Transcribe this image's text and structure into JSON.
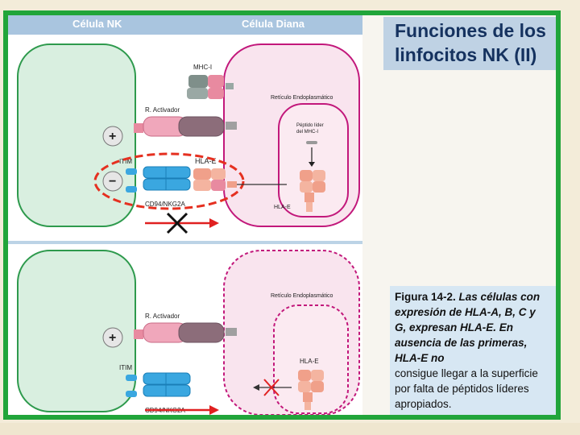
{
  "slide": {
    "title_line1": "Funciones de los",
    "title_line2": "linfocitos NK (II)"
  },
  "header": {
    "left": "Célula NK",
    "right": "Célula Diana"
  },
  "top_panel": {
    "mhc_label": "MHC-I",
    "activator_label": "R. Activador",
    "itim_label": "ITIM",
    "hlae_label": "HLA-E",
    "cd94_label": "CD94/NKG2A",
    "er_label": "Retículo Endoplasmático",
    "peptide_label_1": "Péptido líder",
    "peptide_label_2": "del MHC-I",
    "hlae_er_label": "HLA-E",
    "plus": "+",
    "minus": "−"
  },
  "bottom_panel": {
    "activator_label": "R. Activador",
    "itim_label": "ITIM",
    "cd94_label": "CD94/NKG2A",
    "er_label": "Retículo Endoplasmático",
    "hlae_label": "HLA-E",
    "plus": "+"
  },
  "caption": {
    "line1": "Figura 14-2.",
    "line1_rest": "Las células con",
    "line2": "expresión de HLA-A, B, C y",
    "line3": "G, expresan HLA-E. En",
    "line4": "ausencia de las primeras,",
    "line5": "HLA-E no",
    "line6": "consigue llegar a la superficie",
    "line7": "por falta de péptidos líderes",
    "line8": "apropiados."
  },
  "colors": {
    "frame": "#21a53a",
    "nk_cell": "#d9efe0",
    "target_membrane": "#c2187b",
    "receptor_blue": "#3aa7e0",
    "receptor_pink": "#e88aa0",
    "arrow_red": "#e02020",
    "highlight_red": "#e53020"
  }
}
